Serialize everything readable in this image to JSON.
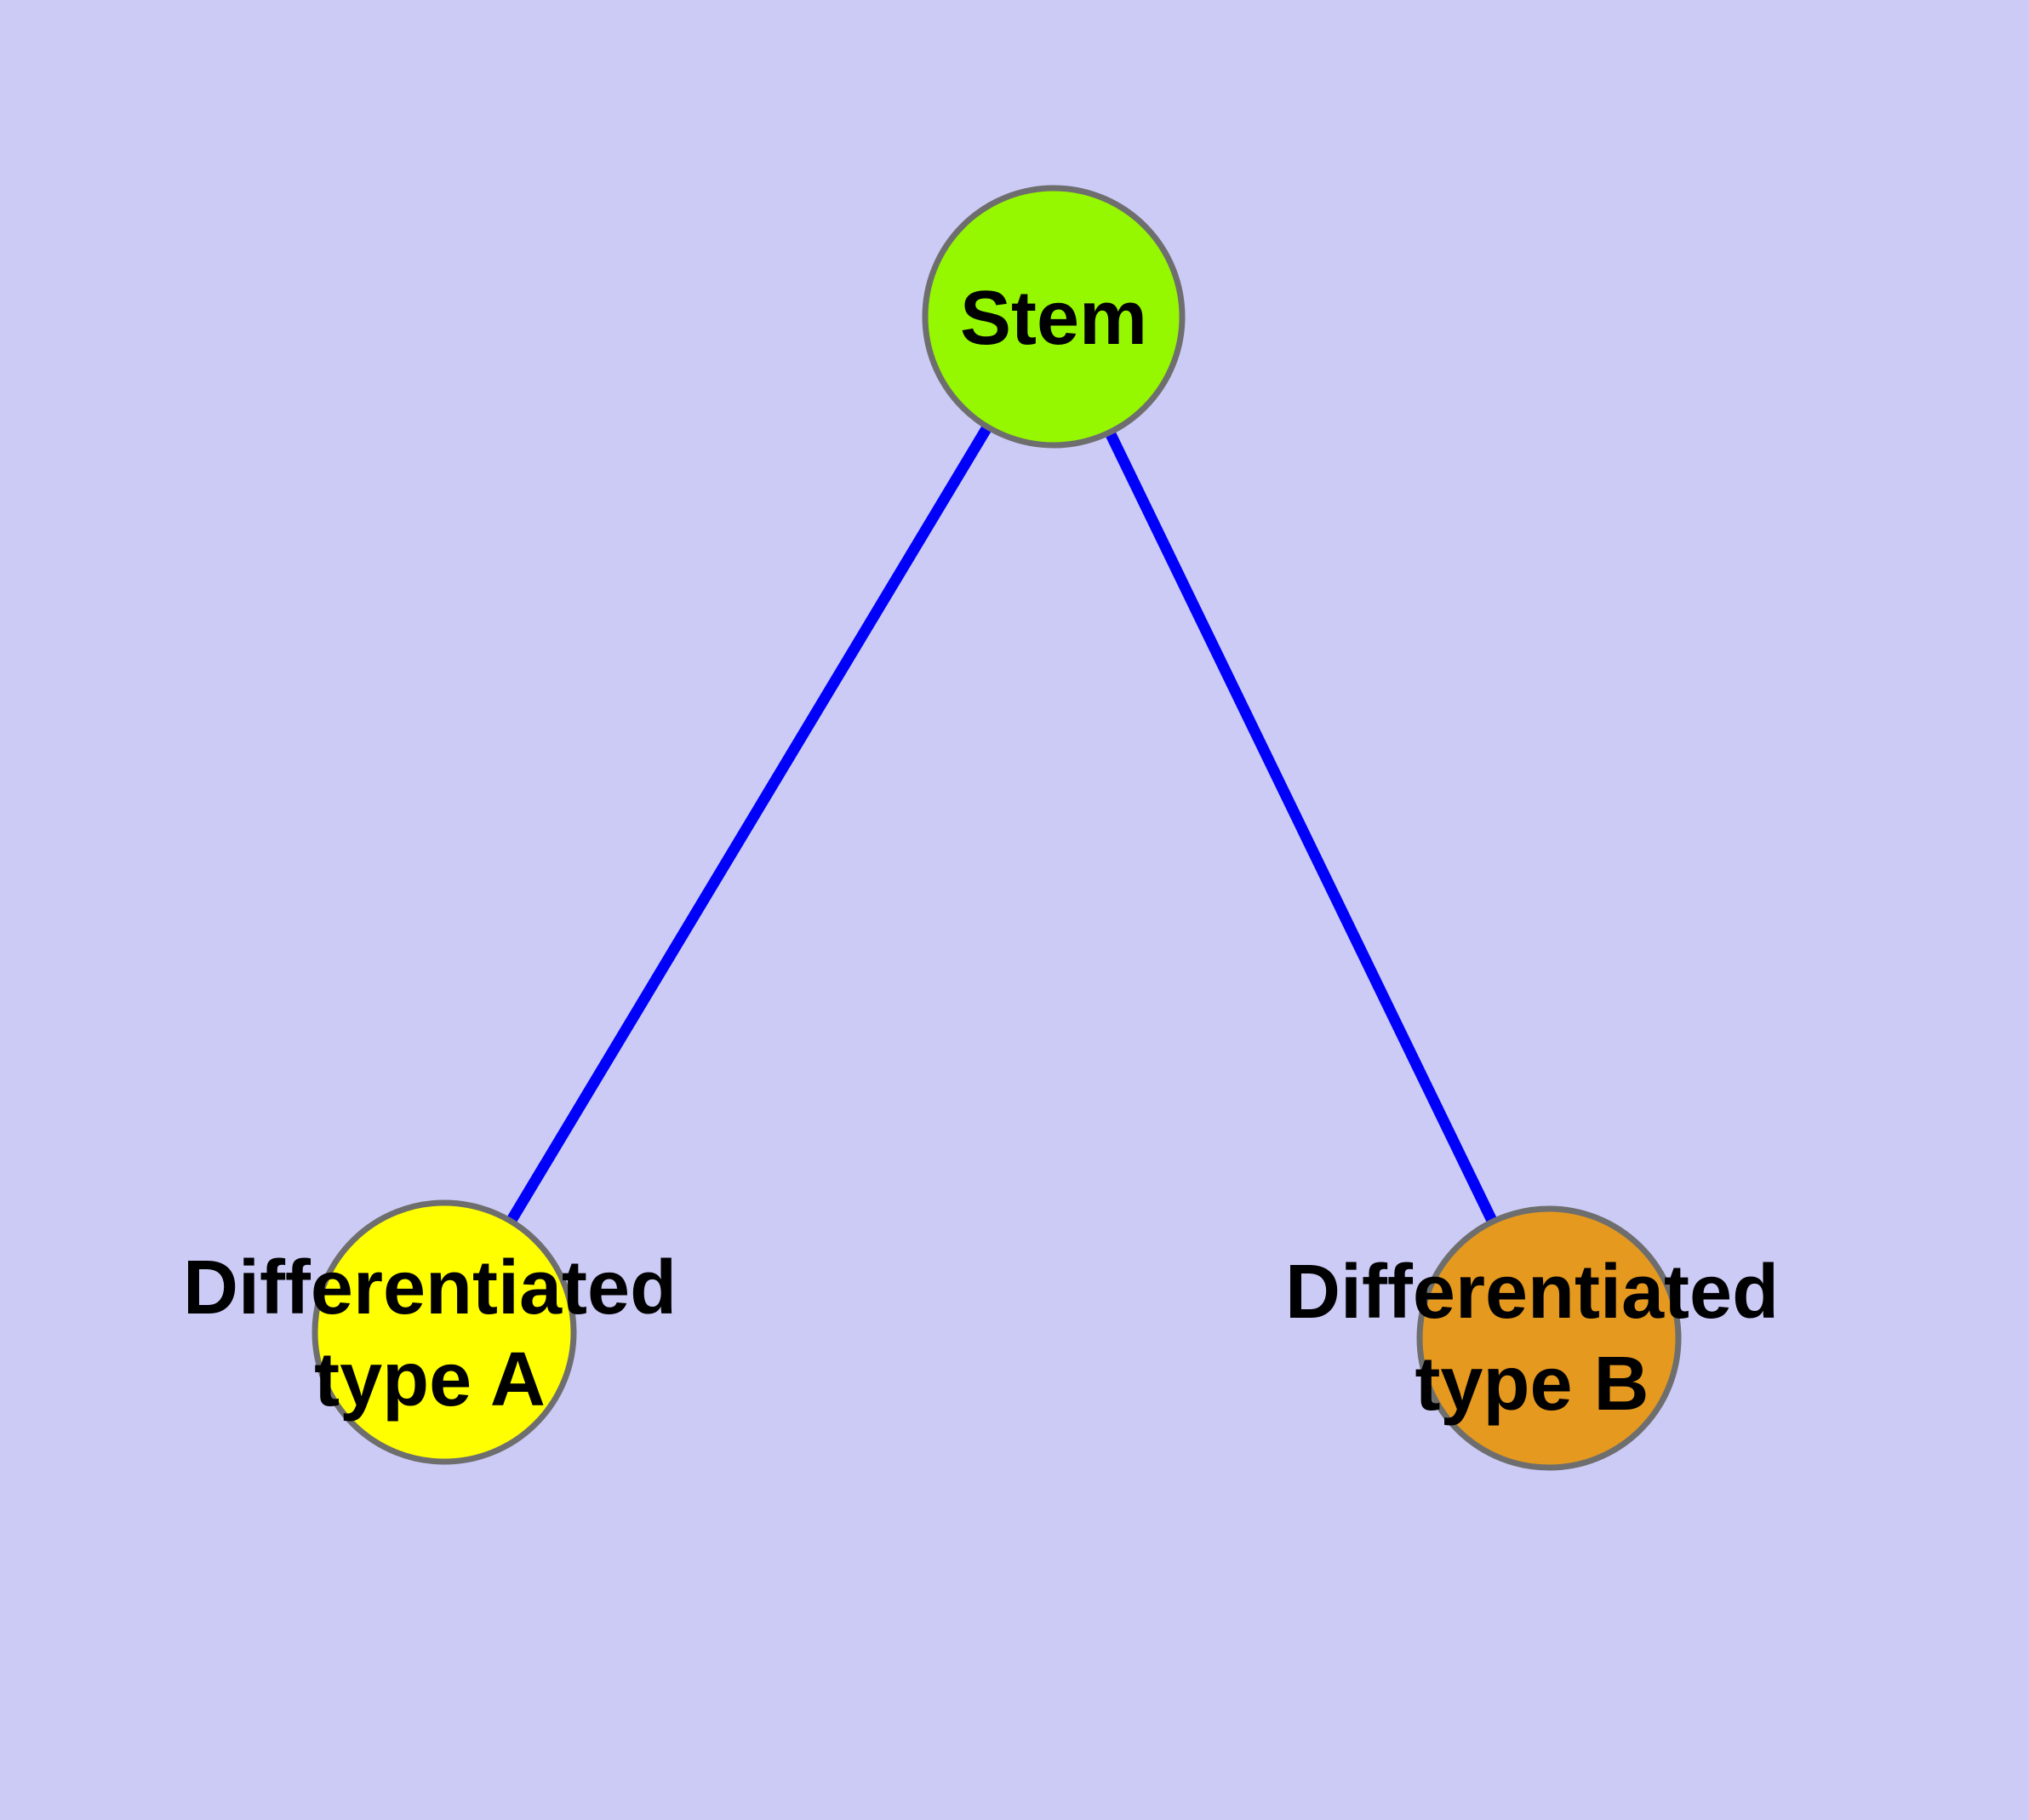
{
  "diagram": {
    "type": "node-link-graph",
    "background_color": "#CBCBF6",
    "edge_color": "#0000FA",
    "node_border_color": "#6E6E6E",
    "label_color": "#000000",
    "nodes": {
      "stem": {
        "label": "Stem",
        "fill": "#95F800"
      },
      "type_a": {
        "label_line1": "Differentiated",
        "label_line2": "type A",
        "fill": "#FFFF00"
      },
      "type_b": {
        "label_line1": "Differentiated",
        "label_line2": "type B",
        "fill": "#E5991F"
      }
    },
    "edges": [
      {
        "from": "Stem",
        "to": "Differentiated type A"
      },
      {
        "from": "Stem",
        "to": "Differentiated type B"
      }
    ]
  }
}
